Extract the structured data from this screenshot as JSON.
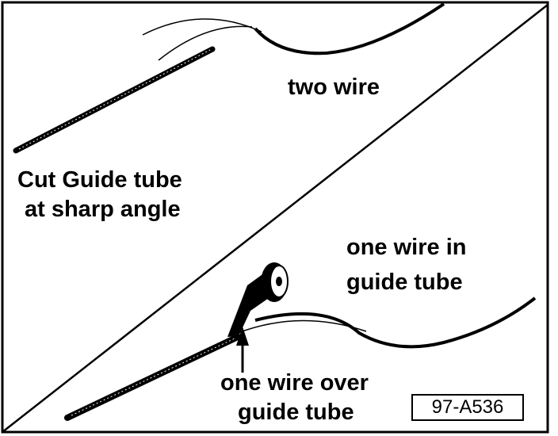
{
  "labels": {
    "two_wire": "two wire",
    "cut_guide_line1": "Cut Guide tube",
    "cut_guide_line2": "at sharp angle",
    "one_wire_in_line1": "one wire in",
    "one_wire_in_line2": "guide tube",
    "one_wire_over_line1": "one wire over",
    "one_wire_over_line2": "guide tube"
  },
  "figure_code": "97-A536",
  "colors": {
    "ink": "#000000",
    "paper": "#ffffff"
  }
}
